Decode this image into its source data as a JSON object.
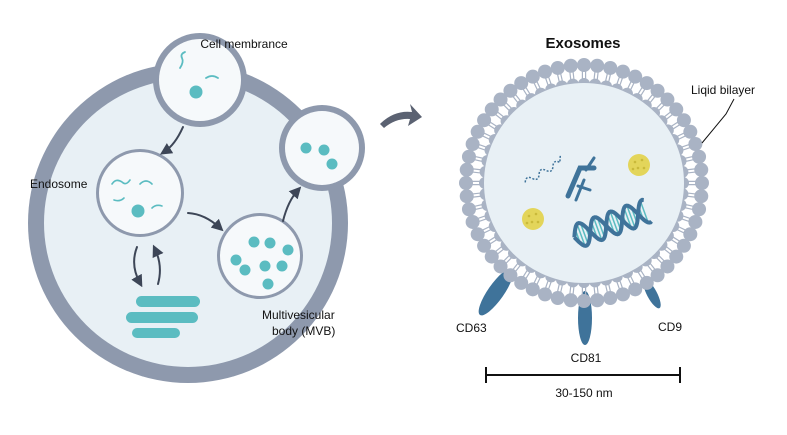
{
  "labels": {
    "cell_membrane": "Cell membrance",
    "endosome": "Endosome",
    "mvb_line1": "Multivesicular",
    "mvb_line2": "body (MVB)",
    "exosomes_title": "Exosomes",
    "lipid_bilayer": "Liqid bilayer",
    "cd63": "CD63",
    "cd81": "CD81",
    "cd9": "CD9",
    "size_range": "30-150 nm"
  },
  "colors": {
    "membrane": "#8e99ad",
    "cytoplasm": "#e8f0f5",
    "vesicle": "#f6f9fb",
    "teal": "#5bbcc1",
    "dna_blue": "#3f739a",
    "lipid": "#a9b3c4",
    "protein_yellow": "#e3d55a",
    "arrow": "#3d4657"
  }
}
